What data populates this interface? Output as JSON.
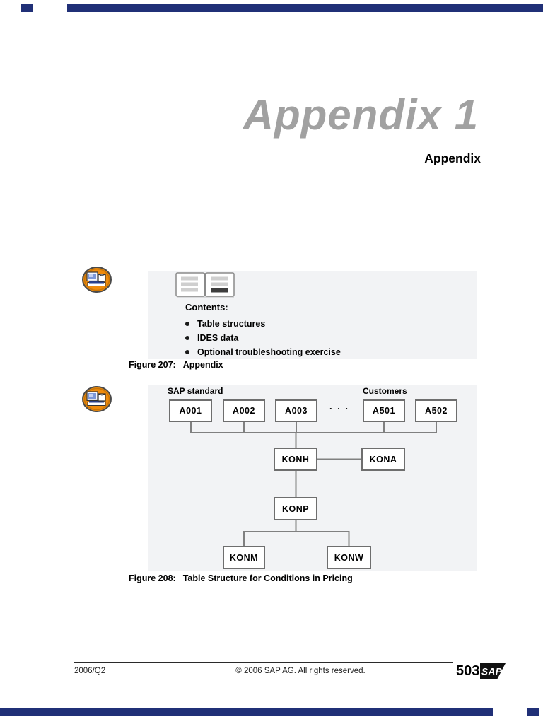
{
  "colors": {
    "accent_navy": "#203077",
    "sap_orange": "#EF8B0C",
    "panel_gray": "#F2F3F5",
    "connector_gray": "#808080",
    "heading_gray": "#A1A1A1"
  },
  "heading": {
    "title": "Appendix 1",
    "subtitle": "Appendix"
  },
  "figure207": {
    "contents_label": "Contents:",
    "bullets": [
      "Table structures",
      "IDES data",
      "Optional troubleshooting exercise"
    ],
    "caption_label": "Figure 207:",
    "caption_text": "Appendix"
  },
  "figure208": {
    "caption_label": "Figure 208:",
    "caption_text": "Table Structure for Conditions in Pricing",
    "group_left": "SAP standard",
    "group_right": "Customers",
    "ellipsis": ". . .",
    "top_row": [
      "A001",
      "A002",
      "A003",
      "A501",
      "A502"
    ],
    "nodes": {
      "konh": "KONH",
      "kona": "KONA",
      "konp": "KONP",
      "konm": "KONM",
      "konw": "KONW"
    },
    "hierarchy": [
      "A001, A002, A003 ... A501, A502 -> KONH",
      "KONH - KONA",
      "KONH -> KONP",
      "KONP -> KONM, KONW"
    ]
  },
  "footer": {
    "edition": "2006/Q2",
    "copyright": "© 2006 SAP AG. All rights reserved.",
    "page_number": "503",
    "logo_text": "SAP"
  }
}
